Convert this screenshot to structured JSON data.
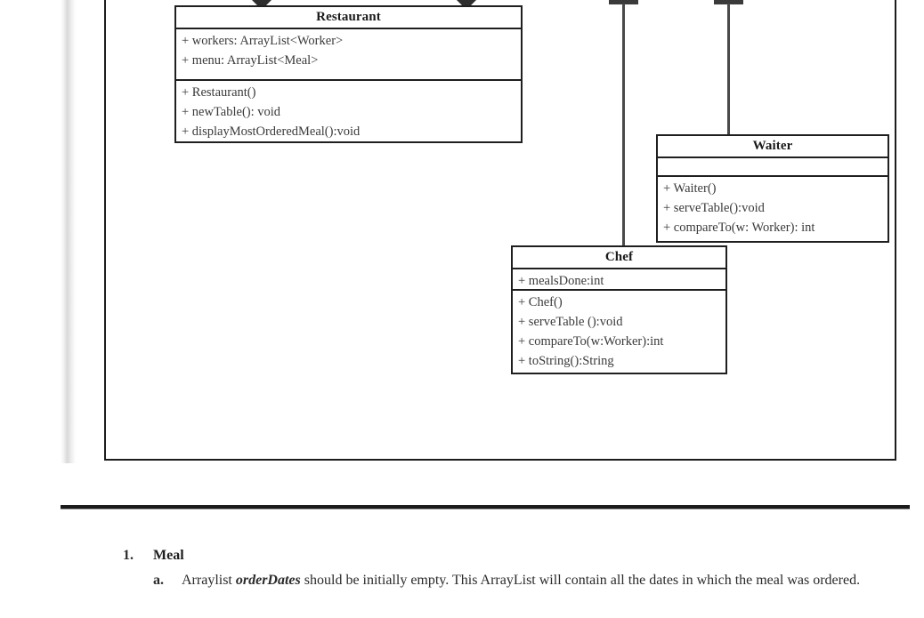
{
  "document": {
    "type": "uml-class-diagram-worksheet",
    "page_background": "#ffffff",
    "line_color": "#1f1f1f"
  },
  "diagram": {
    "classes": [
      {
        "id": "restaurant",
        "name": "Restaurant",
        "attributes": [
          "+ workers: ArrayList<Worker>",
          "+ menu: ArrayList<Meal>"
        ],
        "methods": [
          "+ Restaurant()",
          "+ newTable(): void",
          "+ displayMostOrderedMeal():void"
        ]
      },
      {
        "id": "waiter",
        "name": "Waiter",
        "attributes": [],
        "methods": [
          "+ Waiter()",
          "+ serveTable():void",
          "+ compareTo(w: Worker): int"
        ]
      },
      {
        "id": "chef",
        "name": "Chef",
        "attributes": [
          "+ mealsDone:int"
        ],
        "methods": [
          "+ Chef()",
          "+ serveTable ():void",
          "+ compareTo(w:Worker):int",
          "+ toString():String"
        ]
      }
    ],
    "connectors": [
      {
        "id": "chef-to-worker",
        "kind": "inheritance-line"
      },
      {
        "id": "waiter-to-worker",
        "kind": "inheritance-line"
      },
      {
        "id": "aggregation-left",
        "kind": "arrowhead-down"
      },
      {
        "id": "aggregation-right",
        "kind": "arrowhead-down"
      }
    ]
  },
  "requirements": {
    "items": [
      {
        "number": "1.",
        "title": "Meal",
        "subitems": [
          {
            "letter": "a.",
            "text_before": "Arraylist ",
            "emphasis": "orderDates",
            "text_after": " should be initially empty. This ArrayList will contain all the dates in which the meal was ordered."
          }
        ]
      }
    ]
  }
}
